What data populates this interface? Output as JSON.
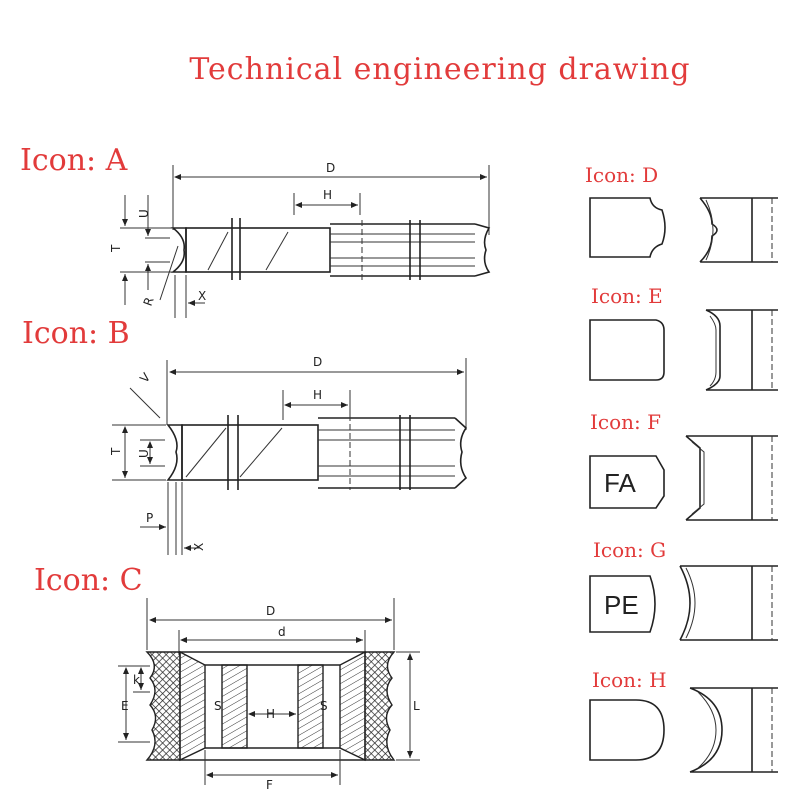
{
  "title": "Technical engineering drawing",
  "labels": {
    "a": "Icon: A",
    "b": "Icon: B",
    "c": "Icon: C",
    "d": "Icon: D",
    "e": "Icon: E",
    "f": "Icon: F",
    "g": "Icon: G",
    "h": "Icon: H"
  },
  "dims": {
    "D": "D",
    "H": "H",
    "U": "U",
    "T": "T",
    "R": "R",
    "X": "X",
    "V": "V",
    "P": "P",
    "d": "d",
    "k": "k",
    "E": "E",
    "L": "L",
    "F": "F",
    "S": "S"
  },
  "badges": {
    "fa": "FA",
    "pe": "PE"
  }
}
